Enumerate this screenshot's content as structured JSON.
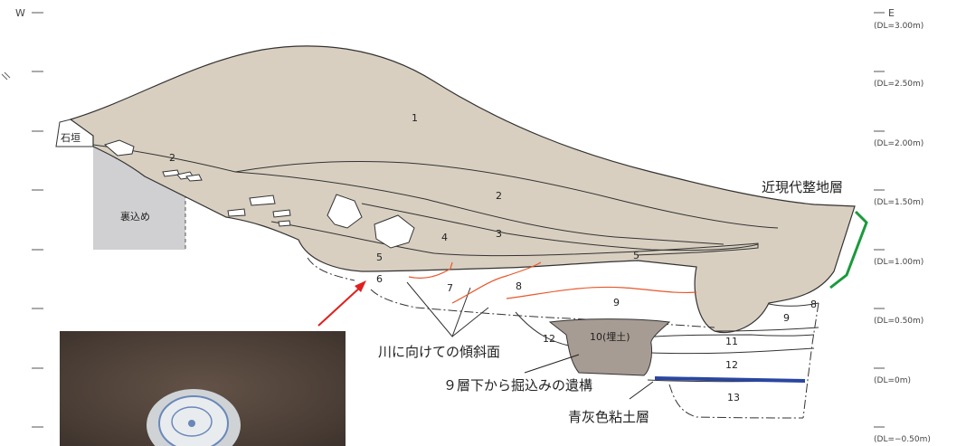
{
  "scale": {
    "west_label": "W",
    "east_label": "E",
    "levels": [
      "(DL=3.00m)",
      "(DL=2.50m)",
      "(DL=2.00m)",
      "(DL=1.50m)",
      "(DL=1.00m)",
      "(DL=0.50m)",
      "(DL=0m)",
      "(DL=−0.50m)"
    ]
  },
  "labels": {
    "ishigaki": "石垣",
    "uragome": "裏込め",
    "modern_fill": "近現代整地層",
    "slope": "川に向けての傾斜面",
    "pit": "９層下から掘込みの遺構",
    "clay": "青灰色粘土層",
    "layer10": "10(埋土)"
  },
  "layers": {
    "l1": "1",
    "l2a": "2",
    "l2b": "2",
    "l3": "3",
    "l4": "4",
    "l5a": "5",
    "l5b": "5",
    "l6": "6",
    "l7": "7",
    "l8a": "8",
    "l8b": "8",
    "l9a": "9",
    "l9b": "9",
    "l11": "11",
    "l12a": "12",
    "l12b": "12",
    "l13": "13"
  },
  "colors": {
    "soil": "#d8cfc0",
    "pit": "#a79c93",
    "wall": "#d0d0d2",
    "orange_line": "#e8572a",
    "green_line": "#1a9a3c",
    "blue_line": "#2a46a0",
    "arrow": "#e02020"
  }
}
